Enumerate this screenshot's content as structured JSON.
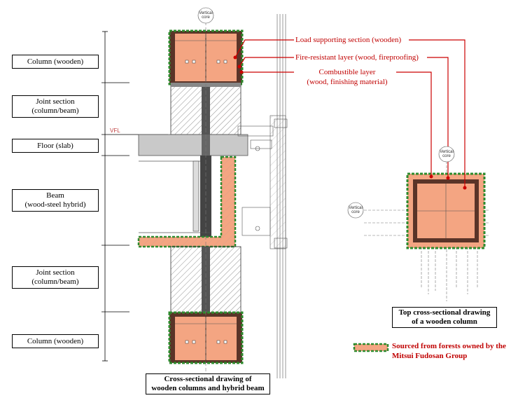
{
  "side_labels": {
    "column_top": "Column (wooden)",
    "joint_top": [
      "Joint section",
      "(column/beam)"
    ],
    "floor": "Floor (slab)",
    "beam": [
      "Beam",
      "(wood-steel hybrid)"
    ],
    "joint_bottom": [
      "Joint section",
      "(column/beam)"
    ],
    "column_bottom": "Column (wooden)"
  },
  "callouts": {
    "load_supporting": "Load supporting section (wooden)",
    "fire_resistant": "Fire-resistant layer (wood, fireproofing)",
    "combustible": [
      "Combustible layer",
      "(wood, finishing material)"
    ]
  },
  "vertical_core": [
    "Vertical",
    "core"
  ],
  "vfl": "VFL",
  "captions": {
    "section": [
      "Cross-sectional drawing of",
      "wooden columns and hybrid beam"
    ],
    "top": [
      "Top cross-sectional drawing",
      "of a wooden column"
    ]
  },
  "legend": [
    "Sourced from forests owned by the",
    "Mitsui Fudosan Group"
  ],
  "colors": {
    "wood": "#f4a582",
    "woodLight": "#f7b99b",
    "fireproof": "#5a3428",
    "green": "#2e8b2e",
    "red": "#cc0000",
    "slab": "#c9c9c9"
  }
}
